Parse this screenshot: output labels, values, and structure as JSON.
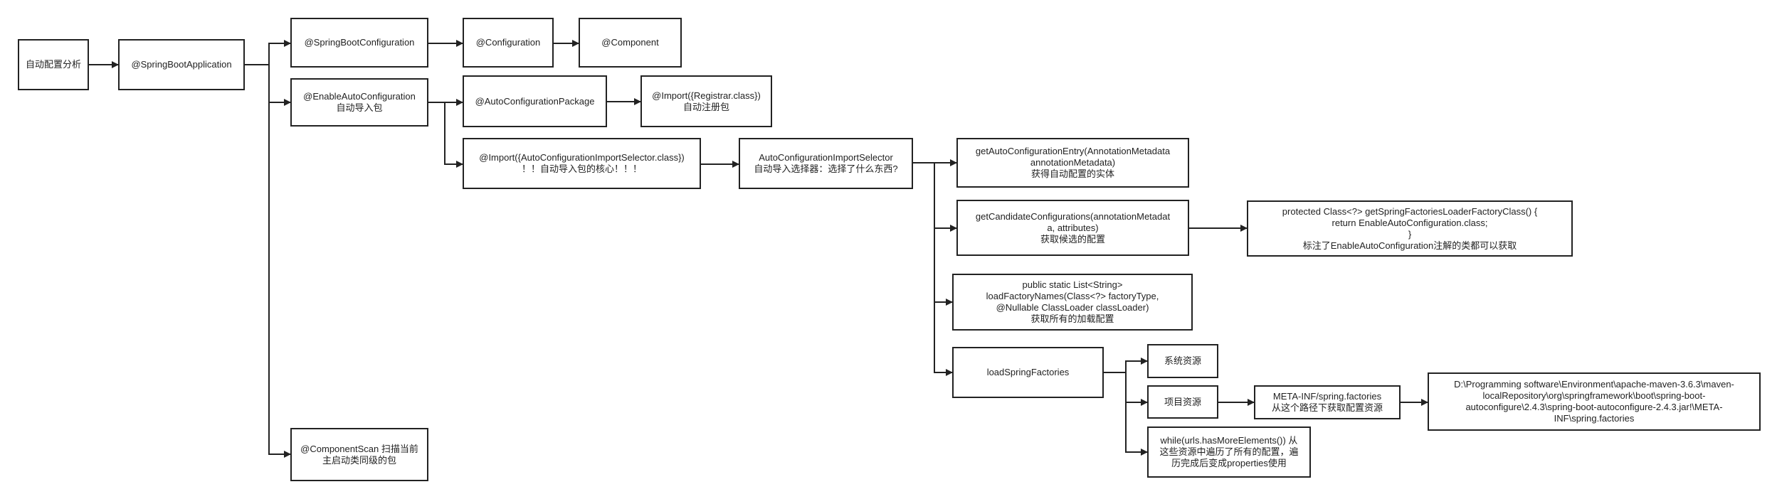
{
  "colors": {
    "stroke": "#222222",
    "background": "#ffffff"
  },
  "nodes": {
    "root": "自动配置分析",
    "sba": "@SpringBootApplication",
    "sbc": "@SpringBootConfiguration",
    "cfg": "@Configuration",
    "cmp": "@Component",
    "eac": "@EnableAutoConfiguration\n自动导入包",
    "acp": "@AutoConfigurationPackage",
    "reg": "@Import({Registrar.class})\n自动注册包",
    "imp": "@Import({AutoConfigurationImportSelector.class})\n！！自动导入包的核心！！！",
    "sel": "AutoConfigurationImportSelector\n自动导入选择器：选择了什么东西?",
    "gae": "getAutoConfigurationEntry(AnnotationMetadata\nannotationMetadata)\n获得自动配置的实体",
    "gcc": "getCandidateConfigurations(annotationMetadat\na, attributes)\n获取候选的配置",
    "pcl": "protected Class<?> getSpringFactoriesLoaderFactoryClass() {\nreturn EnableAutoConfiguration.class;\n}\n标注了EnableAutoConfiguration注解的类都可以获取",
    "lfn": "public static List<String>\nloadFactoryNames(Class<?> factoryType,\n@Nullable ClassLoader classLoader)\n获取所有的加载配置",
    "lsf": "loadSpringFactories",
    "sys": "系统资源",
    "prj": "项目资源",
    "mif": "META-INF/spring.factories\n从这个路径下获取配置资源",
    "pth": "D:\\Programming software\\Environment\\apache-maven-3.6.3\\maven-\nlocalRepository\\org\\springframework\\boot\\spring-boot-\nautoconfigure\\2.4.3\\spring-boot-autoconfigure-2.4.3.jar!\\META-\nINF\\spring.factories",
    "whl": "while(urls.hasMoreElements()) 从\n这些资源中遍历了所有的配置，遍\n历完成后变成properties使用",
    "csc": "@ComponentScan 扫描当前\n主启动类同级的包"
  }
}
